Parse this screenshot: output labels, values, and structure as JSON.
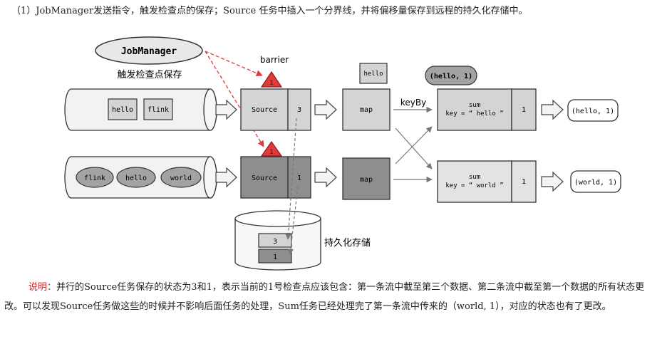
{
  "header": "（1）JobManager发送指令，触发检查点的保存；Source 任务中插入一个分界线，并将偏移量保存到远程的持久化存储中。",
  "diagram": {
    "jobmanager": "JobManager",
    "trigger_label": "触发检查点保存",
    "barrier_label": "barrier",
    "barrier_top": "1",
    "barrier_bottom": "1",
    "stream_top": [
      "hello",
      "flink"
    ],
    "stream_bottom": [
      "flink",
      "hello",
      "world"
    ],
    "source_top": {
      "label": "Source",
      "offset": "3"
    },
    "source_bottom": {
      "label": "Source",
      "offset": "1"
    },
    "map_top": "map",
    "map_bottom": "map",
    "map_incoming": "hello",
    "keyby_label": "keyBy",
    "sum_incoming": "(hello, 1)",
    "sum_top": {
      "line1": "sum",
      "line2": "key = “ hello ”",
      "state": "1"
    },
    "sum_bottom": {
      "line1": "sum",
      "line2": "key = “ world ”",
      "state": "1"
    },
    "out_top": "(hello, 1)",
    "out_bottom": "(world, 1)",
    "storage": [
      "3",
      "1"
    ],
    "storage_label": "持久化存储"
  },
  "description": {
    "lead": "说明：",
    "body": "并行的Source任务保存的状态为3和1，表示当前的1号检查点应该包含：第一条流中截至第三个数据、第二条流中截至第一个数据的所有状态更改。可以发现Source任务做这些的时候并不影响后面任务的处理，Sum任务已经处理完了第一条流中传来的（world, 1），对应的状态也有了更改。"
  },
  "colors": {
    "barrier_red": "#e23a3a",
    "light_box": "#d4d4d4",
    "dark_box": "#8e8e8e",
    "stroke": "#333333"
  }
}
